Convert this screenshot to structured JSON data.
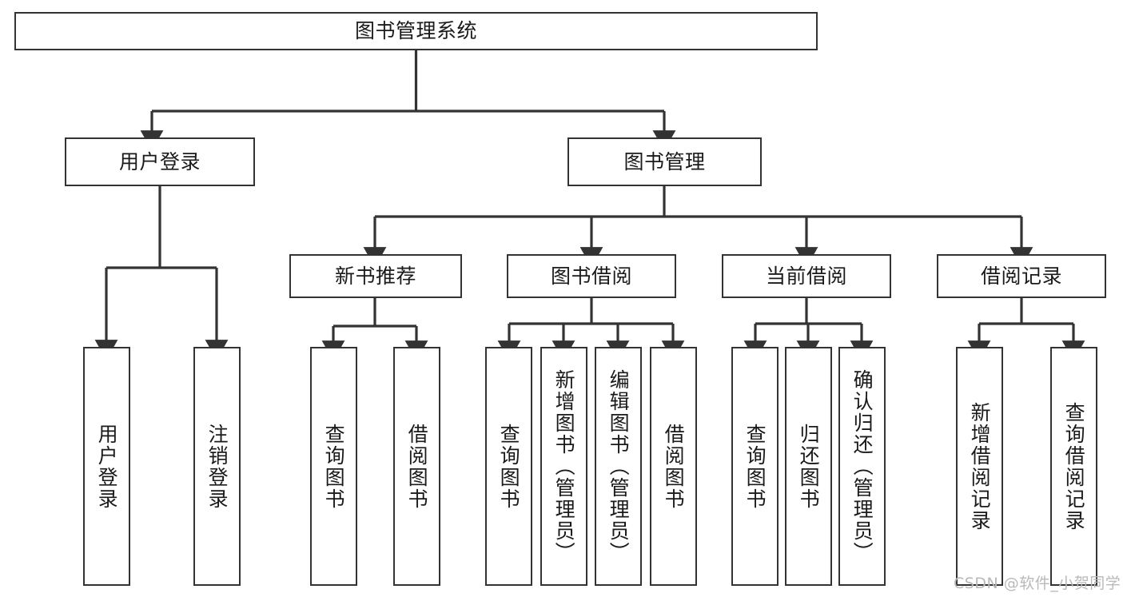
{
  "diagram": {
    "title": "图书管理系统",
    "style": {
      "stroke": "#333333",
      "fill": "#ffffff",
      "text": "#1a1a1a",
      "watermark_color": "#b9b9b9"
    },
    "watermark": "CSDN @软件_小贺同学",
    "nodes": {
      "root": {
        "label": "图书管理系统"
      },
      "level1": [
        {
          "id": "user-login",
          "label": "用户登录"
        },
        {
          "id": "book-management",
          "label": "图书管理"
        }
      ],
      "level2": [
        {
          "id": "new-book-recommend",
          "label": "新书推荐"
        },
        {
          "id": "book-borrow",
          "label": "图书借阅"
        },
        {
          "id": "current-borrow",
          "label": "当前借阅"
        },
        {
          "id": "borrow-record",
          "label": "借阅记录"
        }
      ],
      "leaves": {
        "user_login": [
          {
            "id": "leaf-user-login",
            "label": "用户登录"
          },
          {
            "id": "leaf-logout-login",
            "label": "注销登录"
          }
        ],
        "new_book_recommend": [
          {
            "id": "leaf-query-book-1",
            "label": "查询图书"
          },
          {
            "id": "leaf-borrow-book-1",
            "label": "借阅图书"
          }
        ],
        "book_borrow": [
          {
            "id": "leaf-query-book-2",
            "label": "查询图书"
          },
          {
            "id": "leaf-add-book",
            "label": "新增图书（管理员）"
          },
          {
            "id": "leaf-edit-book",
            "label": "编辑图书（管理员）"
          },
          {
            "id": "leaf-borrow-book-2",
            "label": "借阅图书"
          }
        ],
        "current_borrow": [
          {
            "id": "leaf-query-book-3",
            "label": "查询图书"
          },
          {
            "id": "leaf-return-book",
            "label": "归还图书"
          },
          {
            "id": "leaf-confirm-return",
            "label": "确认归还（管理员）"
          }
        ],
        "borrow_record": [
          {
            "id": "leaf-add-borrow-record",
            "label": "新增借阅记录"
          },
          {
            "id": "leaf-query-borrow-record",
            "label": "查询借阅记录"
          }
        ]
      }
    }
  }
}
